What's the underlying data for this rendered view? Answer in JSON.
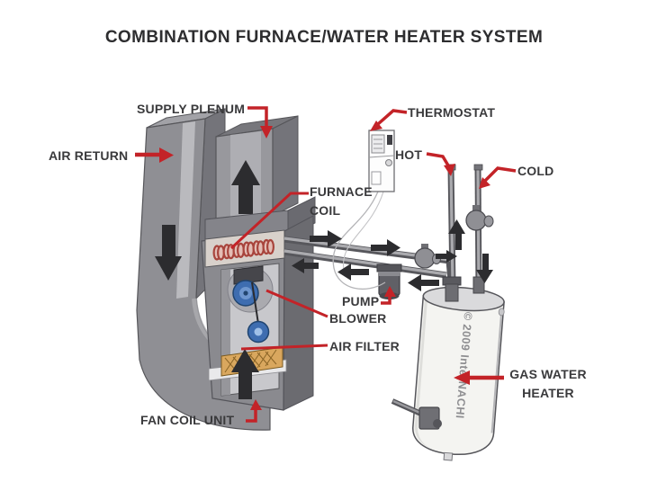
{
  "title": "COMBINATION FURNACE/WATER HEATER SYSTEM",
  "watermark": "© 2009 InterNACHI",
  "colors": {
    "label_red": "#c32328",
    "label_text": "#3a3a3c",
    "duct_gray": "#8f8f94",
    "duct_side_gray": "#74747a",
    "arrow_black": "#2c2c2f",
    "blower_blue": "#3e6db0",
    "filter_tan": "#d9a75e",
    "coil_red": "#a8443c",
    "tank_white": "#f4f4f1"
  },
  "labels": {
    "supply_plenum": "SUPPLY PLENUM",
    "air_return": "AIR RETURN",
    "thermostat": "THERMOSTAT",
    "hot": "HOT",
    "cold": "COLD",
    "furnace_coil": "FURNACE COIL",
    "pump": "PUMP",
    "blower": "BLOWER",
    "air_filter": "AIR FILTER",
    "fan_coil_unit": "FAN COIL UNIT",
    "gas_water_heater": "GAS WATER HEATER"
  }
}
